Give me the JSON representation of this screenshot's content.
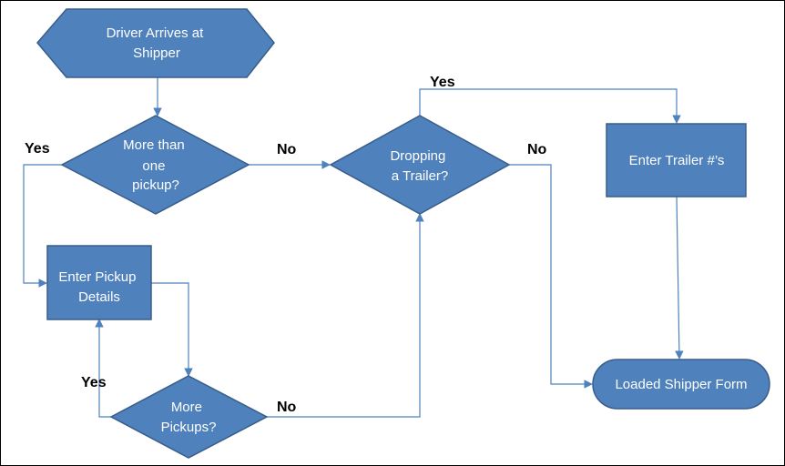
{
  "nodes": {
    "start": {
      "lines": [
        "Driver Arrives at",
        "Shipper"
      ]
    },
    "more_than_one": {
      "lines": [
        "More than",
        "one",
        "pickup?"
      ]
    },
    "dropping_trailer": {
      "lines": [
        "Dropping",
        "a Trailer?"
      ]
    },
    "enter_trailer": {
      "lines": [
        "Enter Trailer #’s"
      ]
    },
    "enter_pickup": {
      "lines": [
        "Enter  Pickup",
        "Details"
      ]
    },
    "more_pickups": {
      "lines": [
        "More",
        "Pickups?"
      ]
    },
    "loaded_form": {
      "lines": [
        "Loaded Shipper Form"
      ]
    }
  },
  "edge_labels": {
    "yes_more_than_one": "Yes",
    "no_more_than_one": "No",
    "yes_dropping": "Yes",
    "no_dropping": "No",
    "yes_more_pickups": "Yes",
    "no_more_pickups": "No"
  },
  "colors": {
    "fill": "#4f81bd",
    "stroke": "#385d8a",
    "connector": "#4f81bd"
  }
}
